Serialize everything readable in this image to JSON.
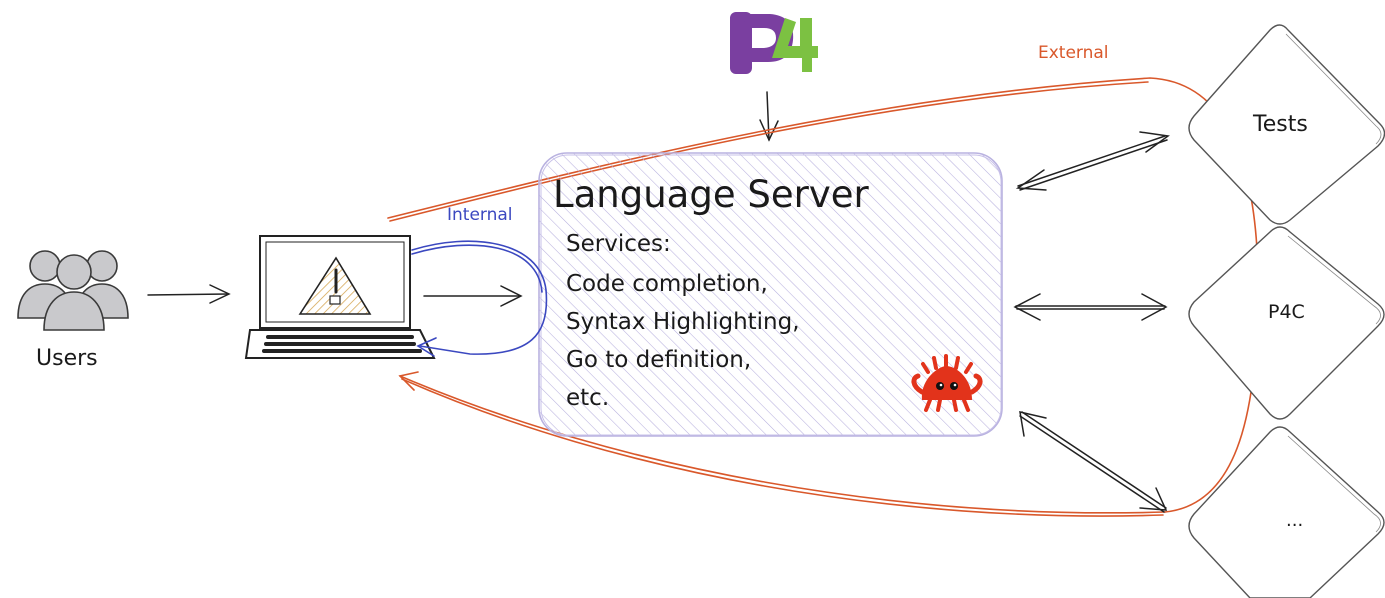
{
  "logo": {
    "text": "P4",
    "letter_color": "#7a3fa0",
    "digit_color": "#7cc142"
  },
  "users": {
    "label": "Users",
    "icon": "users-group-icon"
  },
  "laptop": {
    "icon": "laptop-warning-icon"
  },
  "language_server": {
    "title": "Language Server",
    "services_heading": "Services:",
    "services": [
      "Code completion,",
      "Syntax Highlighting,",
      "Go to definition,",
      "etc."
    ],
    "mascot": "rust-crab-icon",
    "fill_color": "#ece9f7",
    "stroke_color": "#b9b2e0"
  },
  "connections": {
    "internal_label": "Internal",
    "internal_color": "#3b48c0",
    "external_label": "External",
    "external_color": "#d9582b"
  },
  "nodes": [
    {
      "label": "Tests"
    },
    {
      "label": "P4C"
    },
    {
      "label": "..."
    }
  ]
}
